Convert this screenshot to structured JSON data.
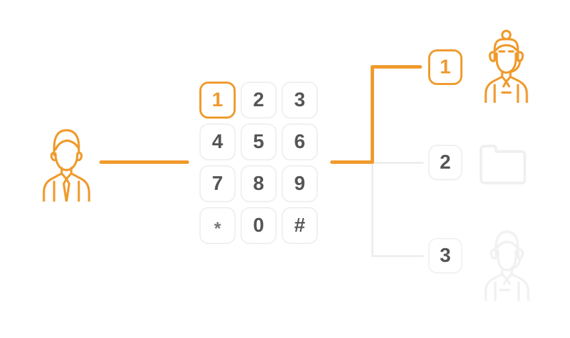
{
  "diagram": {
    "title": "IVR call routing diagram",
    "colors": {
      "accent": "#ef9a2c",
      "key_text": "#555555",
      "key_border": "#f0f0f0",
      "muted_line": "#eeeeee",
      "ghost": "#f1f1f1",
      "background": "#ffffff"
    }
  },
  "caller": {
    "icon": "person-caller-icon",
    "label": ""
  },
  "connectors": {
    "caller_to_keypad": "caller-link",
    "keypad_to_tree": "trunk-in",
    "trunk_up": "trunk-up",
    "branch_1": "branch1-h",
    "branch_2": "branch2-h",
    "branch_3": "branch3-h"
  },
  "keypad": {
    "name": "dialpad",
    "keys": [
      {
        "label": "1",
        "active": true
      },
      {
        "label": "2",
        "active": false
      },
      {
        "label": "3",
        "active": false
      },
      {
        "label": "4",
        "active": false
      },
      {
        "label": "5",
        "active": false
      },
      {
        "label": "6",
        "active": false
      },
      {
        "label": "7",
        "active": false
      },
      {
        "label": "8",
        "active": false
      },
      {
        "label": "9",
        "active": false
      },
      {
        "label": "*",
        "active": false
      },
      {
        "label": "0",
        "active": false
      },
      {
        "label": "#",
        "active": false
      }
    ]
  },
  "options": [
    {
      "number": "1",
      "selected": true,
      "icon": "agent-headset-icon"
    },
    {
      "number": "2",
      "selected": false,
      "icon": "folder-icon"
    },
    {
      "number": "3",
      "selected": false,
      "icon": "agent-headset-ghost-icon"
    }
  ]
}
